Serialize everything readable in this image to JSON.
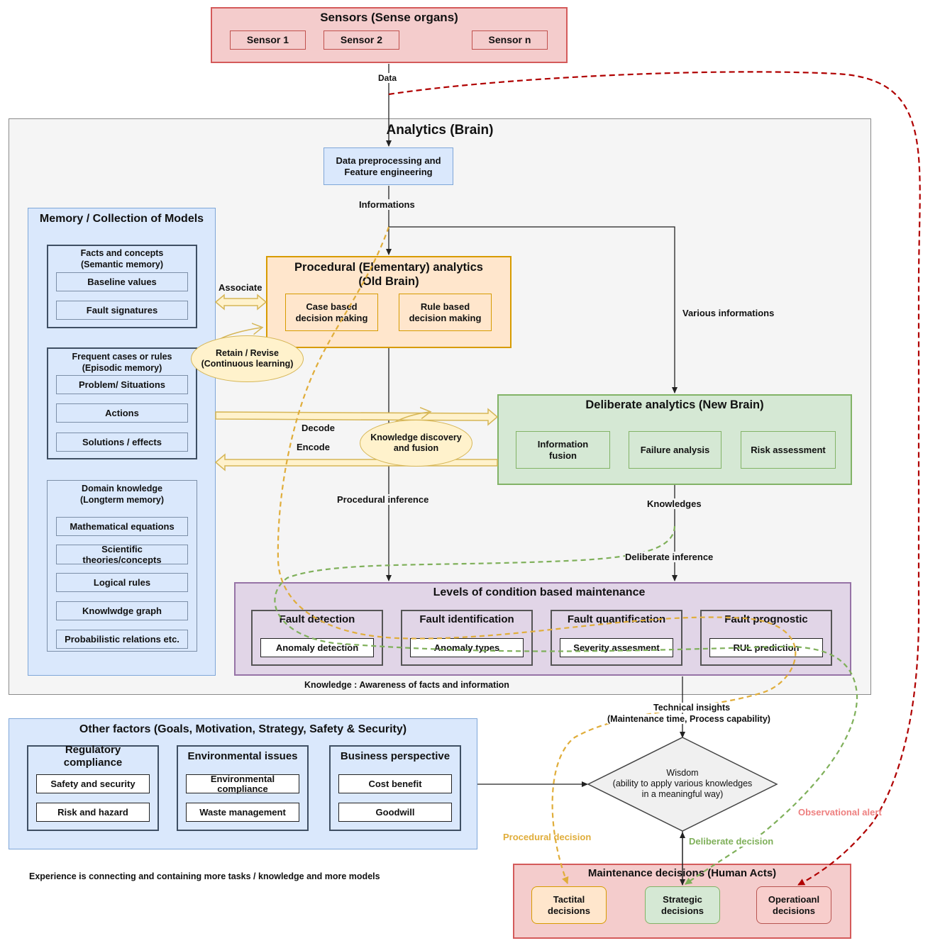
{
  "sensors": {
    "title": "Sensors  (Sense organs)",
    "items": [
      "Sensor 1",
      "Sensor 2",
      "Sensor n"
    ]
  },
  "edges": {
    "data": "Data",
    "informations": "Informations",
    "associate": "Associate",
    "various_informations": "Various  informations",
    "decode": "Decode",
    "encode": "Encode",
    "procedural_inference": "Procedural  inference",
    "knowledges": "Knowledges",
    "deliberate_inference": "Deliberate  inference",
    "knowledge_awareness": "Knowledge : Awareness of facts and information",
    "technical_insights": "Technical insights",
    "technical_insights_sub": "(Maintenance time, Process capability)",
    "procedural_decision": "Procedural  decision",
    "deliberate_decision": "Deliberate  decision",
    "observational_alert": "Observational  alert"
  },
  "analytics": {
    "title": "Analytics (Brain)",
    "preprocessing": [
      "Data preprocessing and",
      "Feature engineering"
    ]
  },
  "memory": {
    "title": "Memory / Collection of Models",
    "semantic": {
      "title": [
        "Facts and concepts",
        "(Semantic memory)"
      ],
      "items": [
        "Baseline values",
        "Fault signatures"
      ]
    },
    "episodic": {
      "title": [
        "Frequent cases or rules",
        "(Episodic memory)"
      ],
      "items": [
        "Problem/ Situations",
        "Actions",
        "Solutions / effects"
      ]
    },
    "longterm": {
      "title": [
        "Domain knowledge",
        "(Longterm memory)"
      ],
      "items": [
        "Mathematical equations",
        "Scientific",
        "theories/concepts",
        "Logical rules",
        "Knowlwdge graph",
        "Probabilistic relations etc."
      ]
    }
  },
  "procedural": {
    "title": [
      "Procedural (Elementary) analytics",
      "(Old Brain)"
    ],
    "case_based": [
      "Case based",
      "decision making"
    ],
    "rule_based": [
      "Rule based",
      "decision making"
    ]
  },
  "retain": [
    "Retain / Revise",
    "(Continuous learning)"
  ],
  "knowledge_discovery": [
    "Knowledge discovery",
    "and fusion"
  ],
  "deliberate": {
    "title": "Deliberate analytics (New Brain)",
    "info_fusion": [
      "Information",
      "fusion"
    ],
    "failure": "Failure analysis",
    "risk": "Risk assessment"
  },
  "cbm": {
    "title": "Levels of condition  based maintenance",
    "levels": [
      {
        "title": "Fault detection",
        "item": "Anomaly detection"
      },
      {
        "title": "Fault identification",
        "item": "Anomaly types"
      },
      {
        "title": "Fault quantification",
        "item": "Severity assesment"
      },
      {
        "title": "Fault prognostic",
        "item": "RUL prediction"
      }
    ]
  },
  "other": {
    "title": "Other factors (Goals, Motivation, Strategy, Safety & Security)",
    "regulatory": {
      "title": [
        "Regulatory",
        "compliance"
      ],
      "items": [
        "Safety and security",
        "Risk and  hazard"
      ]
    },
    "environmental": {
      "title": "Environmental issues",
      "items": [
        "Environmental",
        "compliance",
        "Waste management"
      ]
    },
    "business": {
      "title": "Business perspective",
      "items": [
        "Cost benefit",
        "Goodwill"
      ]
    }
  },
  "wisdom": [
    "Wisdom",
    "(ability to apply various knowledges",
    "in a meaningful way)"
  ],
  "decisions": {
    "title": "Maintenance decisions (Human Acts)",
    "tactical": [
      "Tactital",
      "decisions"
    ],
    "strategic": [
      "Strategic",
      "decisions"
    ],
    "operational": [
      "Operatioanl",
      "decisions"
    ]
  },
  "experience": "Experience is connecting  and containing more  tasks / knowledge and more models",
  "colors": {
    "procedural_path": "#e0ad3a",
    "deliberate_path": "#7fb05a",
    "alert_path": "#b00000",
    "alert_label": "#ee8080"
  }
}
